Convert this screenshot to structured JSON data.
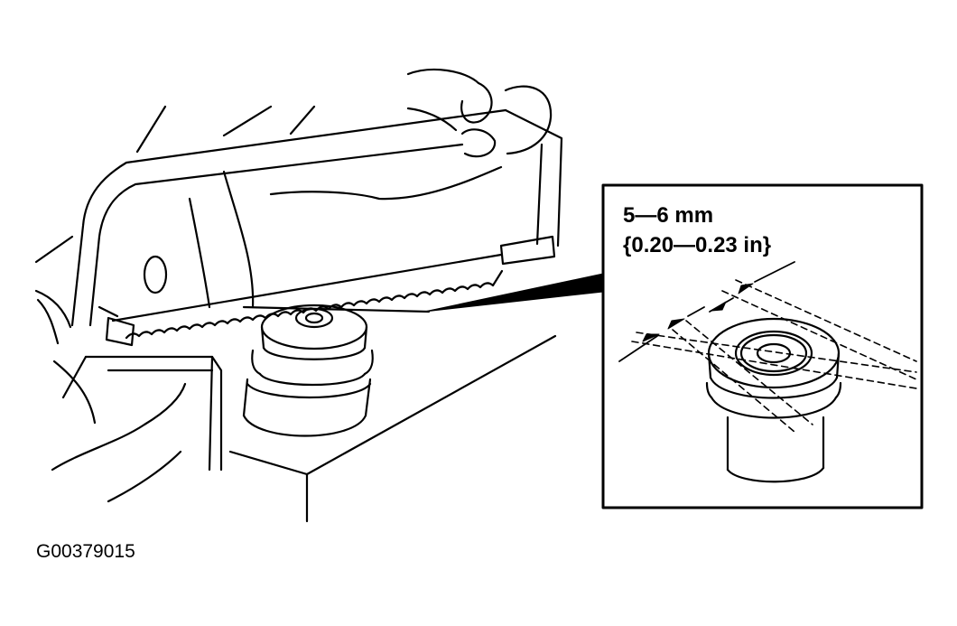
{
  "figure_id": "G00379015",
  "callout": {
    "dimension_mm": "5—6 mm",
    "dimension_in": "{0.20—0.23 in}"
  },
  "colors": {
    "line": "#000000",
    "background": "#ffffff"
  }
}
